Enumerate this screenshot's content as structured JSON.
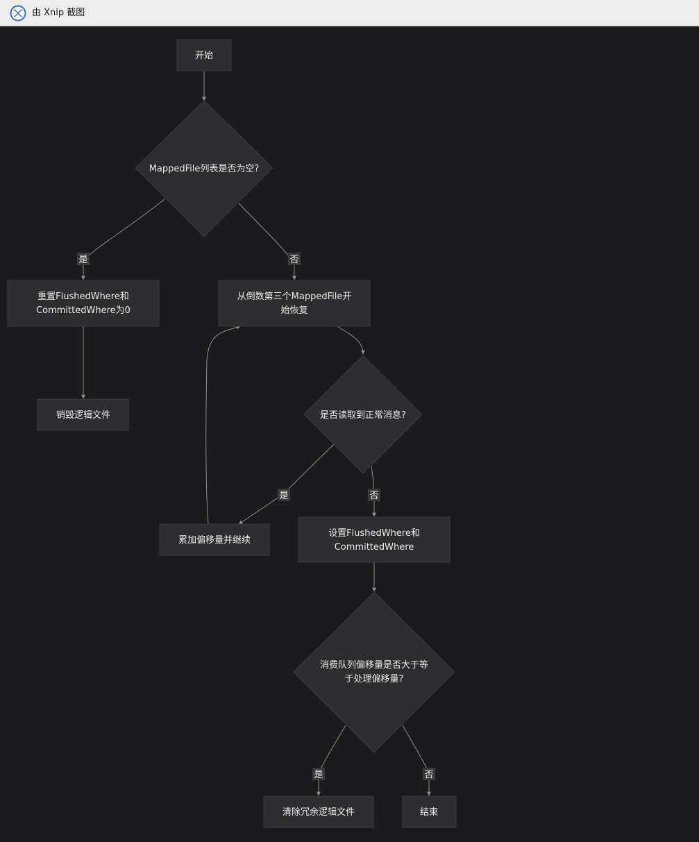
{
  "window": {
    "title": "由 Xnip 截图",
    "icon": "xnip-app-icon"
  },
  "flowchart": {
    "nodes": {
      "start": "开始",
      "q_empty": "MappedFile列表是否为空?",
      "reset_line1": "重置FlushedWhere和",
      "reset_line2": "CommittedWhere为0",
      "recover_line1": "从倒数第三个MappedFile开",
      "recover_line2": "始恢复",
      "destroy": "销毁逻辑文件",
      "q_normal": "是否读取到正常消息?",
      "accumulate": "累加偏移量并继续",
      "set_line1": "设置FlushedWhere和",
      "set_line2": "CommittedWhere",
      "q_offset_line1": "消费队列偏移量是否大于等",
      "q_offset_line2": "于处理偏移量?",
      "clean": "清除冗余逻辑文件",
      "end": "结束"
    },
    "edge_labels": {
      "empty_yes": "是",
      "empty_no": "否",
      "normal_yes": "是",
      "normal_no": "否",
      "offset_yes": "是",
      "offset_no": "否"
    },
    "colors": {
      "background": "#1b1b1d",
      "node_fill": "#2e2e31",
      "edge": "#8c8c8c",
      "text": "#e8e8e8",
      "label_bg": "#3a3a3d"
    }
  }
}
